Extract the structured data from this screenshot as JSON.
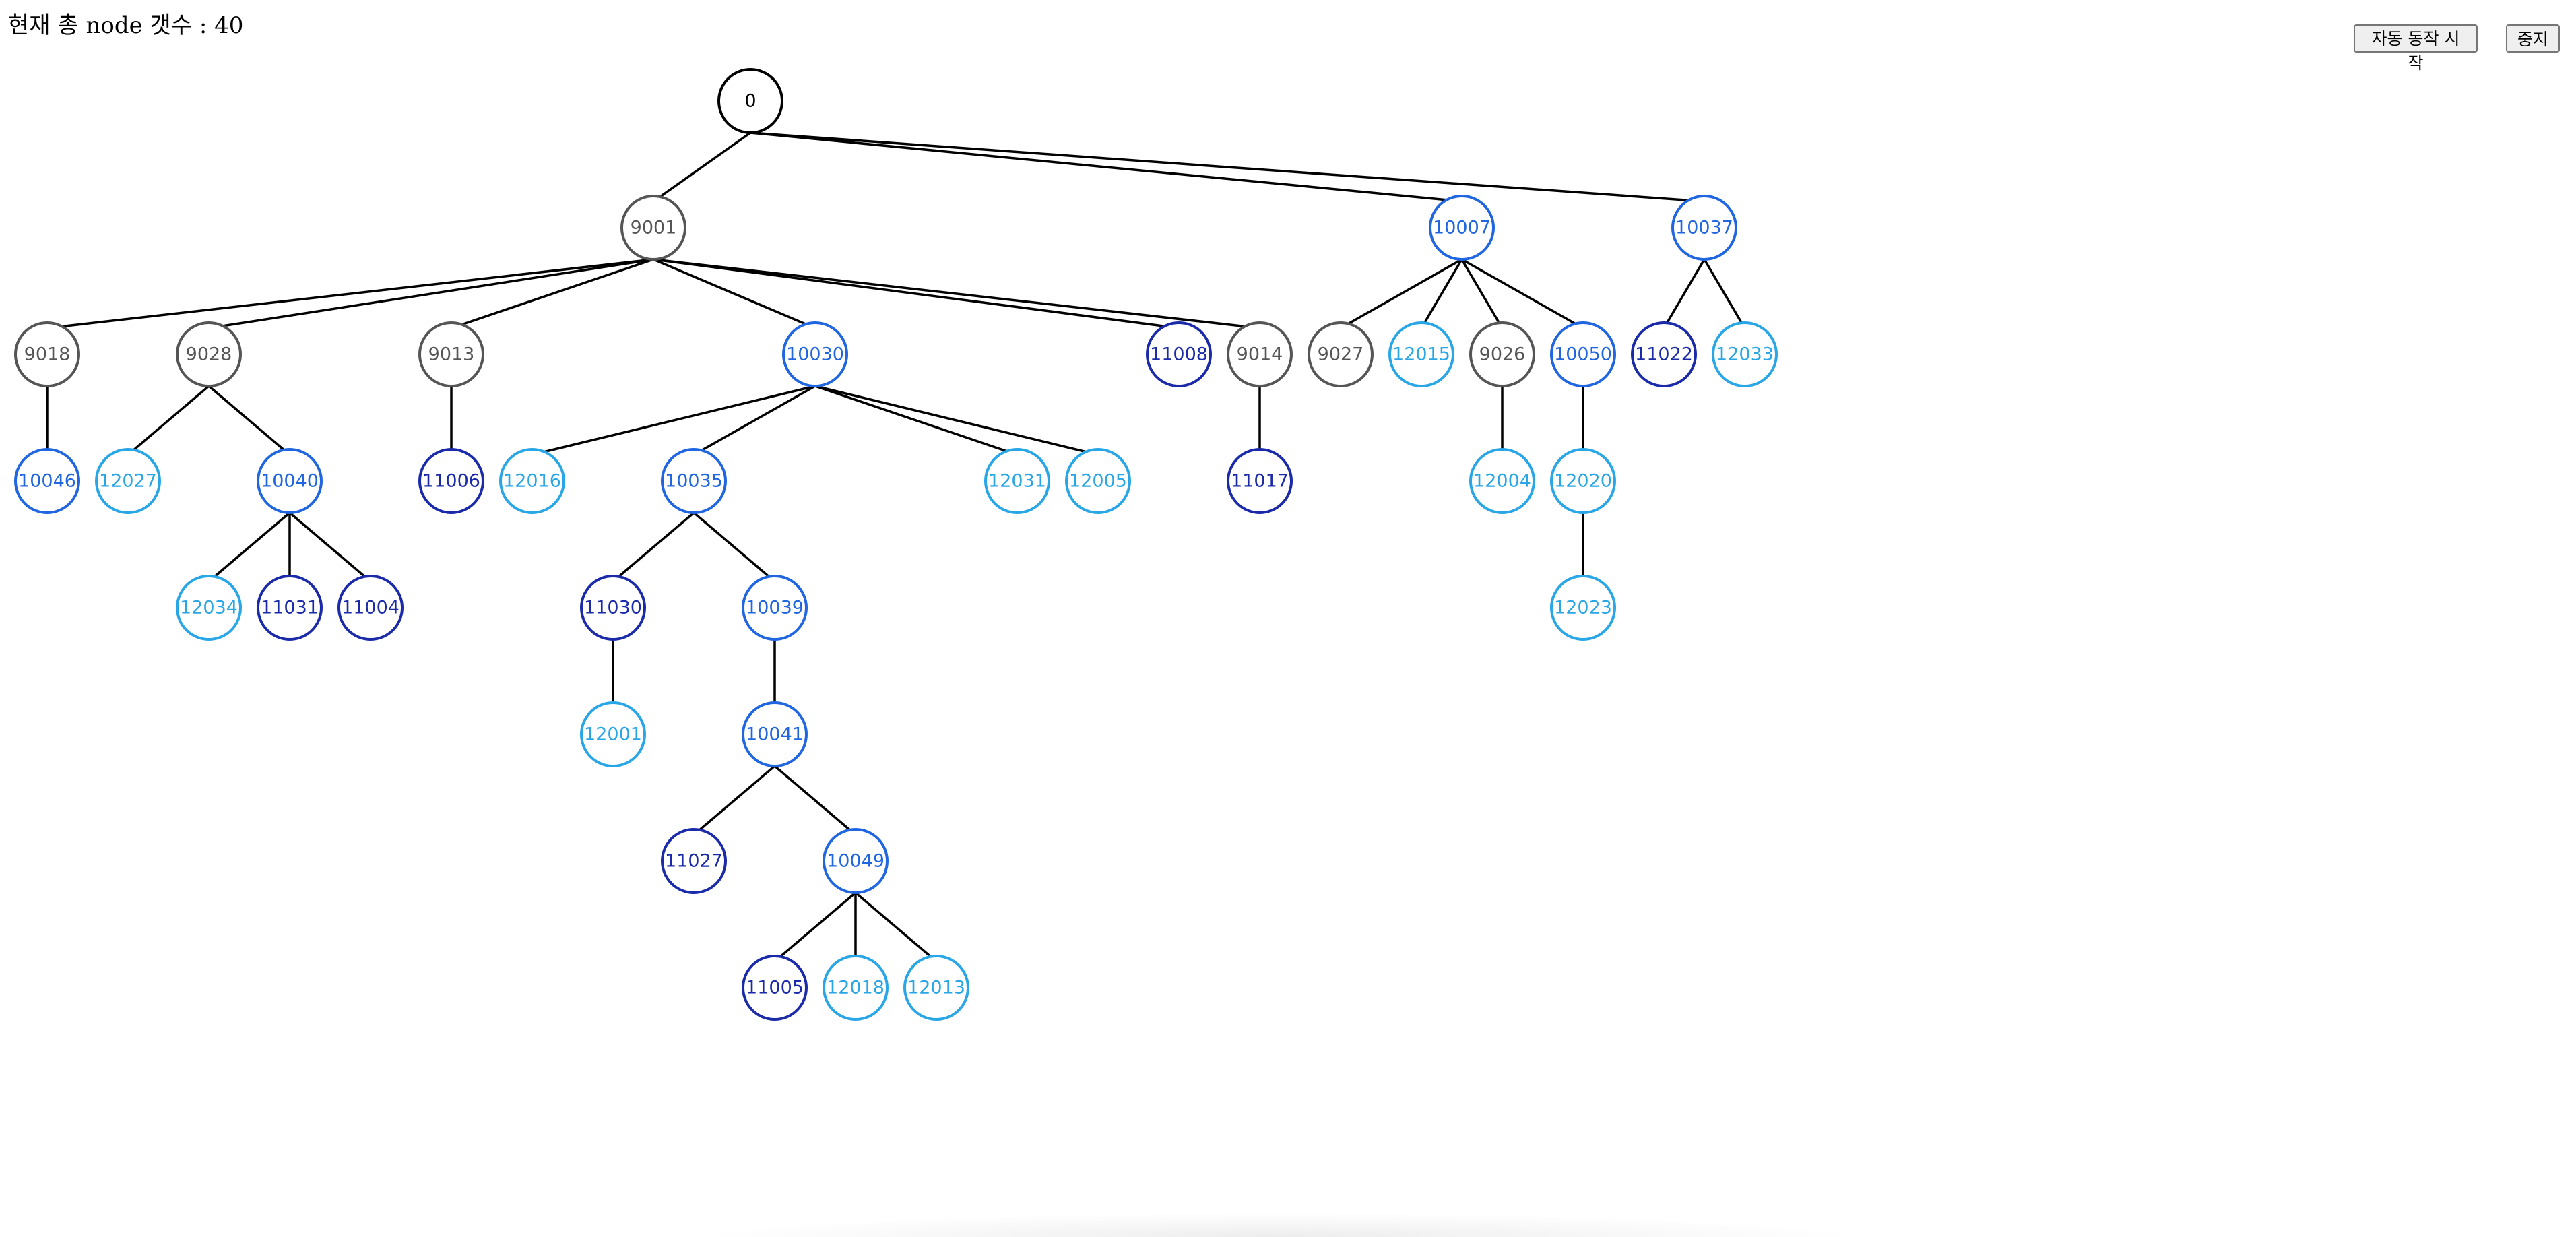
{
  "header": {
    "label": "현재 총 node 갯수 : ",
    "count": "40"
  },
  "controls": {
    "start_label": "자동 동작 시작",
    "stop_label": "중지"
  },
  "colors": {
    "gray": "#555555",
    "blue": "#2066e0",
    "navy": "#1a2aa8",
    "sky": "#29a6e6",
    "root": "#000000"
  },
  "tree": {
    "id": "0",
    "color": "root",
    "children": [
      {
        "id": "9001",
        "color": "gray",
        "children": [
          {
            "id": "9018",
            "color": "gray",
            "children": [
              {
                "id": "10046",
                "color": "blue"
              }
            ]
          },
          {
            "id": "9028",
            "color": "gray",
            "children": [
              {
                "id": "12027",
                "color": "sky"
              },
              {
                "id": "10040",
                "color": "blue",
                "children": [
                  {
                    "id": "12034",
                    "color": "sky"
                  },
                  {
                    "id": "11031",
                    "color": "navy"
                  },
                  {
                    "id": "11004",
                    "color": "navy"
                  }
                ]
              }
            ]
          },
          {
            "id": "9013",
            "color": "gray",
            "children": [
              {
                "id": "11006",
                "color": "navy"
              }
            ]
          },
          {
            "id": "10030",
            "color": "blue",
            "children": [
              {
                "id": "12016",
                "color": "sky"
              },
              {
                "id": "10035",
                "color": "blue",
                "children": [
                  {
                    "id": "11030",
                    "color": "navy",
                    "children": [
                      {
                        "id": "12001",
                        "color": "sky"
                      }
                    ]
                  },
                  {
                    "id": "10039",
                    "color": "blue",
                    "children": [
                      {
                        "id": "10041",
                        "color": "blue",
                        "children": [
                          {
                            "id": "11027",
                            "color": "navy"
                          },
                          {
                            "id": "10049",
                            "color": "blue",
                            "children": [
                              {
                                "id": "11005",
                                "color": "navy"
                              },
                              {
                                "id": "12018",
                                "color": "sky"
                              },
                              {
                                "id": "12013",
                                "color": "sky"
                              }
                            ]
                          }
                        ]
                      }
                    ]
                  }
                ]
              },
              {
                "id": "12031",
                "color": "sky"
              },
              {
                "id": "12005",
                "color": "sky"
              }
            ]
          },
          {
            "id": "11008",
            "color": "navy"
          },
          {
            "id": "9014",
            "color": "gray",
            "children": [
              {
                "id": "11017",
                "color": "navy"
              }
            ]
          }
        ]
      },
      {
        "id": "10007",
        "color": "blue",
        "children": [
          {
            "id": "9027",
            "color": "gray"
          },
          {
            "id": "12015",
            "color": "sky"
          },
          {
            "id": "9026",
            "color": "gray",
            "children": [
              {
                "id": "12004",
                "color": "sky"
              }
            ]
          },
          {
            "id": "10050",
            "color": "blue",
            "children": [
              {
                "id": "12020",
                "color": "sky",
                "children": [
                  {
                    "id": "12023",
                    "color": "sky"
                  }
                ]
              }
            ]
          }
        ]
      },
      {
        "id": "10037",
        "color": "blue",
        "children": [
          {
            "id": "11022",
            "color": "navy"
          },
          {
            "id": "12033",
            "color": "sky"
          }
        ]
      }
    ]
  }
}
